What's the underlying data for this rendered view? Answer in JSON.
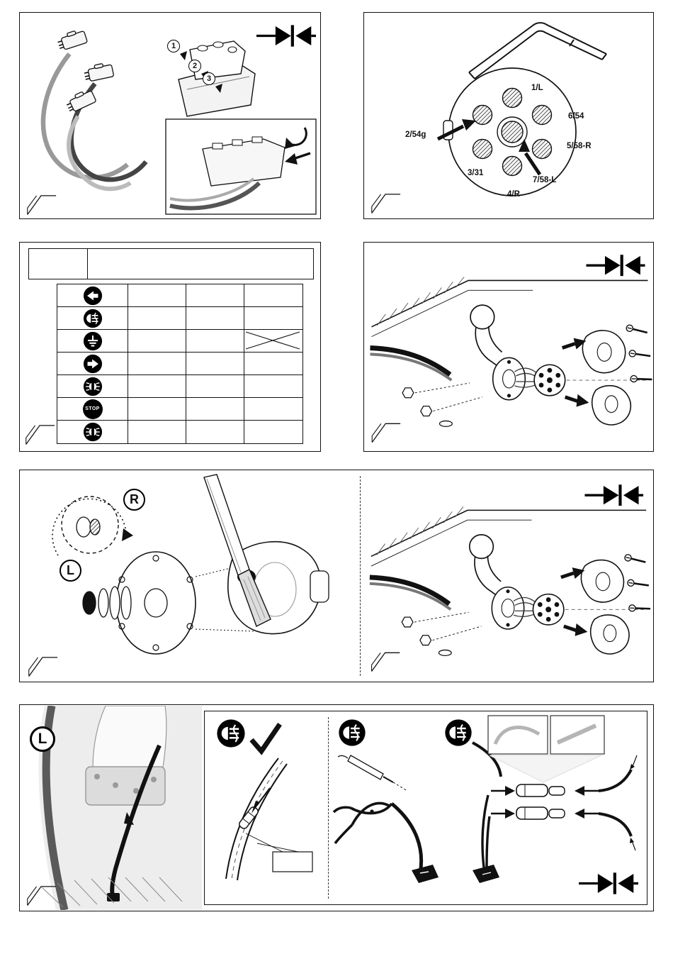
{
  "colors": {
    "ink": "#111111",
    "paper": "#ffffff"
  },
  "harness_panel": {
    "steps": [
      "1",
      "2",
      "3"
    ],
    "icons": [
      "diode-symbol",
      "connector-plug-icon",
      "relay-housing",
      "inset-detail-arrows"
    ]
  },
  "socket_panel": {
    "icons": [
      "seven-pin-socket",
      "mounting-bracket-handle",
      "hatched-pin-icon"
    ],
    "pins": [
      {
        "label": "1/L"
      },
      {
        "label": "6/54"
      },
      {
        "label": "5/58-R"
      },
      {
        "label": "7/58-L"
      },
      {
        "label": "4/R"
      },
      {
        "label": "3/31"
      },
      {
        "label": "2/54g"
      }
    ]
  },
  "function_table": {
    "data_columns": 3,
    "rows": [
      {
        "icon": "turn-left-indicator-icon"
      },
      {
        "icon": "rear-fog-lamp-icon"
      },
      {
        "icon": "ground-icon",
        "crossed_last_cell": true
      },
      {
        "icon": "turn-right-indicator-icon"
      },
      {
        "icon": "position-lamp-icon"
      },
      {
        "icon": "stop-lamp-icon",
        "label": "STOP"
      },
      {
        "icon": "position-lamp-icon"
      }
    ]
  },
  "mount_panel": {
    "icons": [
      "diode-symbol",
      "towball",
      "socket-plate",
      "seven-pin-plug",
      "cover-shell",
      "screw-icon",
      "nut-icon"
    ]
  },
  "grommet_panel": {
    "right_label": "R",
    "left_label": "L",
    "icons": [
      "knife-icon",
      "grommet",
      "socket-housing",
      "blind-plug",
      "diode-symbol"
    ]
  },
  "interior_panel": {
    "label": "L",
    "sections": [
      {
        "icon": "rear-fog-lamp-icon",
        "mark": "checkmark",
        "parts": [
          "inline-fuse",
          "cable-band",
          "callout-box"
        ]
      },
      {
        "icon": "rear-fog-lamp-icon",
        "tools": [
          "circuit-tester-icon",
          "pliers-icon"
        ],
        "parts": [
          "flag-connector"
        ]
      },
      {
        "icon": "rear-fog-lamp-icon",
        "parts": [
          "fuse-holder",
          "fuse-holder",
          "crimp-photo",
          "crimp-photo",
          "flag-connector"
        ]
      }
    ],
    "icons": [
      "diode-symbol",
      "car-interior-drawing"
    ]
  }
}
